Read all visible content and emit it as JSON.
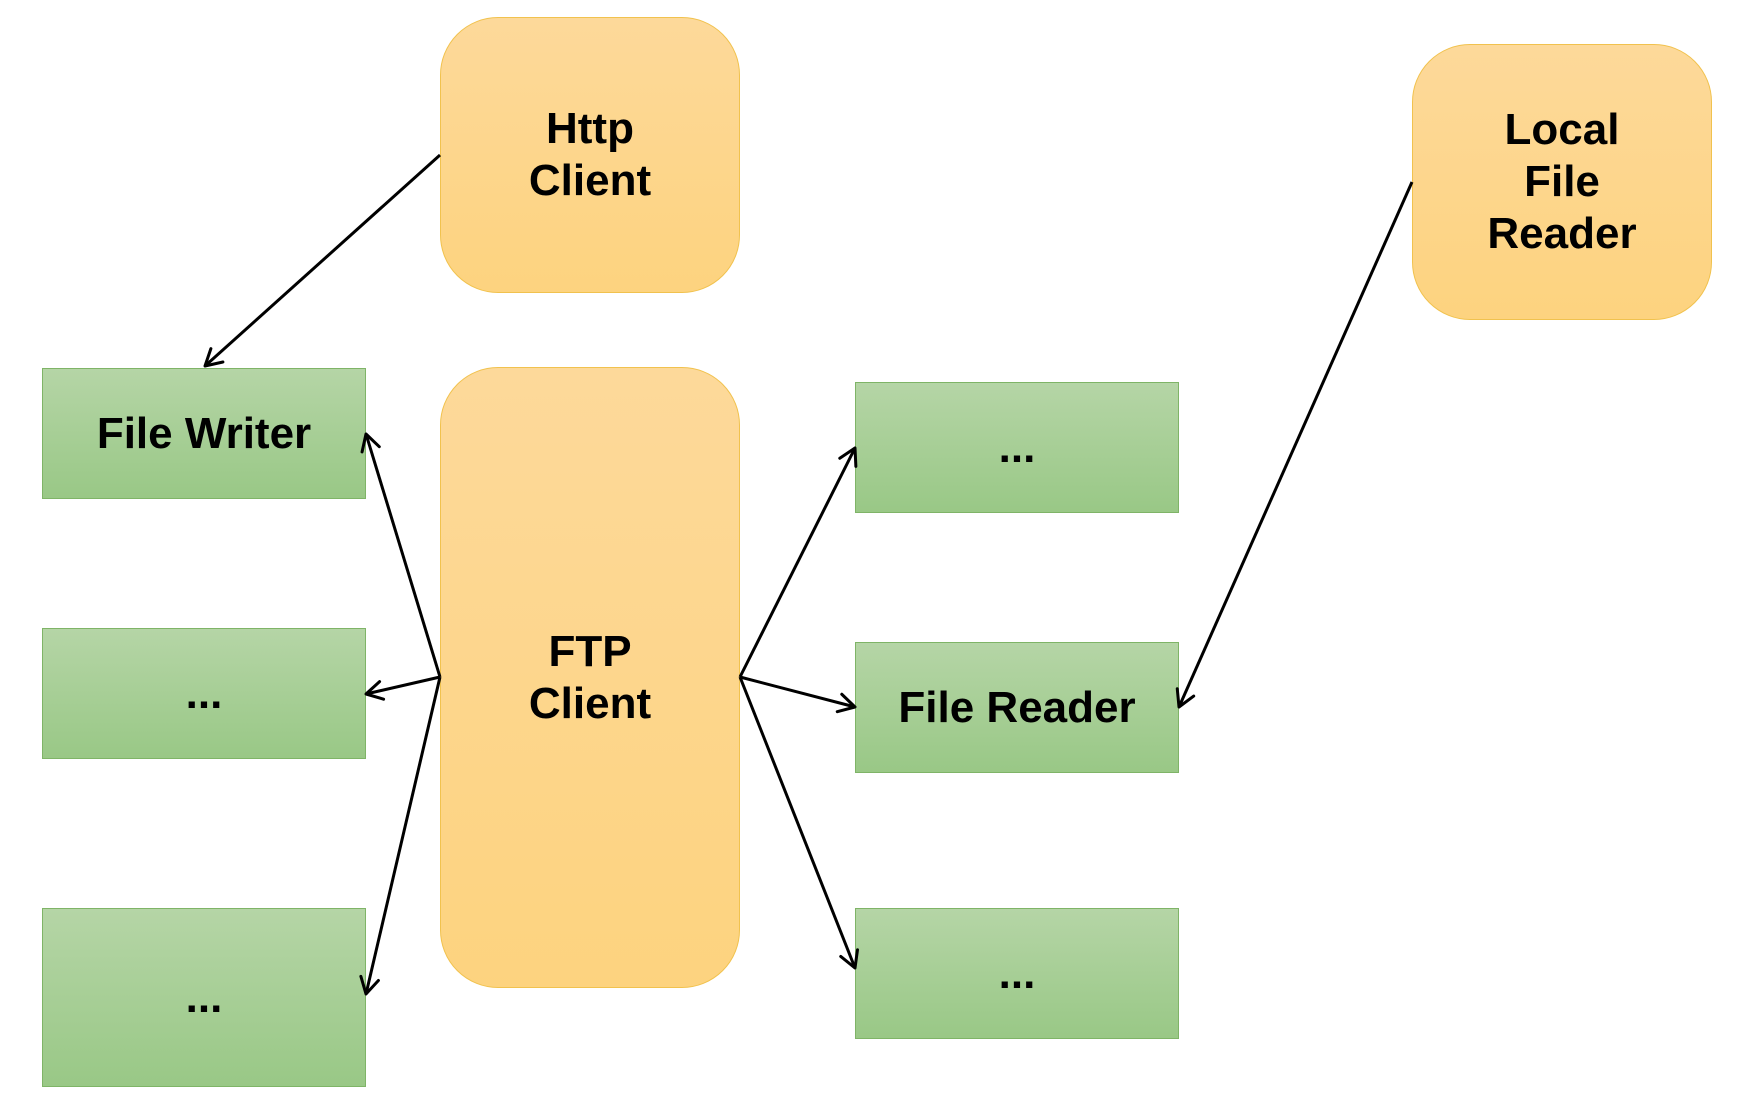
{
  "clients": {
    "http": {
      "line1": "Http",
      "line2": "Client"
    },
    "ftp": {
      "line1": "FTP",
      "line2": "Client"
    },
    "local": {
      "line1": "Local",
      "line2": "File",
      "line3": "Reader"
    }
  },
  "modules": {
    "file_writer": "File Writer",
    "left_middle": "...",
    "left_bottom": "...",
    "right_top": "...",
    "file_reader": "File Reader",
    "right_bottom": "..."
  },
  "colors": {
    "client_fill": "#fdd88f",
    "client_border": "#f1c24e",
    "module_fill": "#a8cf96",
    "module_border": "#7fb467",
    "arrow": "#000000"
  }
}
